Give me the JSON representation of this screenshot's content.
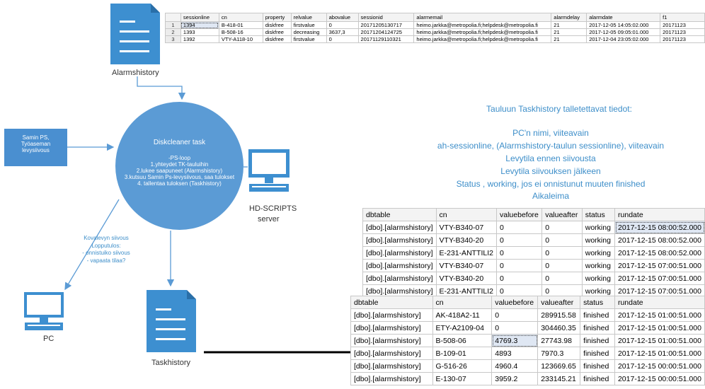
{
  "alarmshistory_label": "Alarmshistory",
  "taskhistory_label": "Taskhistory",
  "pc_label": "PC",
  "server_label_line1": "HD-SCRIPTS",
  "server_label_line2": "server",
  "samin_box": [
    "Samin PS,",
    "Työaseman",
    "levysiivous"
  ],
  "task": {
    "title": "Diskcleaner task",
    "lines": [
      "-PS-loop",
      "1.yhteydet TK-tauluihin",
      "2.lukee saapuneet (Alarmshistory)",
      "3.kutsuu Samin Ps-levysiivous, saa tulokset",
      "4. tallentaa tuloksen (Taskhistory)"
    ]
  },
  "kovalevy": [
    "Kovalevyn siivous",
    "Lopputulos:",
    "- onnistuiko siivous",
    "- vapaata tilaa?"
  ],
  "info": {
    "heading": "Tauluun Taskhistory talletettavat tiedot:",
    "lines": [
      "PC'n nimi, viiteavain",
      "ah-sessionline, (Alarmshistory-taulun sessionline), viiteavain",
      "Levytila ennen siivousta",
      "Levytila siivouksen jälkeen",
      "Status , working, jos ei onnistunut muuten finished",
      "Aikaleima"
    ]
  },
  "table_alarms": {
    "headers": [
      "",
      "sessionline",
      "cn",
      "property",
      "relvalue",
      "abovalue",
      "sessionid",
      "alarmemail",
      "alarmdelay",
      "alarmdate",
      "f1"
    ],
    "rows": [
      [
        "1",
        "1394",
        "B-418-01",
        "diskfree",
        "firstvalue",
        "0",
        "20171205130717",
        "heimo.jarkka@metropolia.fi;helpdesk@metropolia.fi",
        "21",
        "2017-12-05 14:05:02.000",
        "20171123"
      ],
      [
        "2",
        "1393",
        "B-508-16",
        "diskfree",
        "decreasing",
        "3637,3",
        "20171204124725",
        "heimo.jarkka@metropolia.fi;helpdesk@metropolia.fi",
        "21",
        "2017-12-05 09:05:01.000",
        "20171123"
      ],
      [
        "3",
        "1392",
        "VTY-A118-10",
        "diskfree",
        "firstvalue",
        "0",
        "20171129110321",
        "heimo.jarkka@metropolia.fi;helpdesk@metropolia.fi",
        "21",
        "2017-12-04 23:05:02.000",
        "20171123"
      ]
    ]
  },
  "table_working": {
    "headers": [
      "dbtable",
      "cn",
      "valuebefore",
      "valueafter",
      "status",
      "rundate"
    ],
    "rows": [
      [
        "[dbo].[alarmshistory]",
        "VTY-B340-07",
        "0",
        "0",
        "working",
        "2017-12-15 08:00:52.000"
      ],
      [
        "[dbo].[alarmshistory]",
        "VTY-B340-20",
        "0",
        "0",
        "working",
        "2017-12-15 08:00:52.000"
      ],
      [
        "[dbo].[alarmshistory]",
        "E-231-ANTTILI2",
        "0",
        "0",
        "working",
        "2017-12-15 08:00:52.000"
      ],
      [
        "[dbo].[alarmshistory]",
        "VTY-B340-07",
        "0",
        "0",
        "working",
        "2017-12-15 07:00:51.000"
      ],
      [
        "[dbo].[alarmshistory]",
        "VTY-B340-20",
        "0",
        "0",
        "working",
        "2017-12-15 07:00:51.000"
      ],
      [
        "[dbo].[alarmshistory]",
        "E-231-ANTTILI2",
        "0",
        "0",
        "working",
        "2017-12-15 07:00:51.000"
      ]
    ]
  },
  "table_finished": {
    "headers": [
      "dbtable",
      "cn",
      "valuebefore",
      "valueafter",
      "status",
      "rundate"
    ],
    "rows": [
      [
        "[dbo].[alarmshistory]",
        "AK-418A2-11",
        "0",
        "289915.58",
        "finished",
        "2017-12-15 01:00:51.000"
      ],
      [
        "[dbo].[alarmshistory]",
        "ETY-A2109-04",
        "0",
        "304460.35",
        "finished",
        "2017-12-15 01:00:51.000"
      ],
      [
        "[dbo].[alarmshistory]",
        "B-508-06",
        "4769.3",
        "27743.98",
        "finished",
        "2017-12-15 01:00:51.000"
      ],
      [
        "[dbo].[alarmshistory]",
        "B-109-01",
        "4893",
        "7970.3",
        "finished",
        "2017-12-15 01:00:51.000"
      ],
      [
        "[dbo].[alarmshistory]",
        "G-516-26",
        "4960.4",
        "123669.65",
        "finished",
        "2017-12-15 00:00:51.000"
      ],
      [
        "[dbo].[alarmshistory]",
        "E-130-07",
        "3959.2",
        "233145.21",
        "finished",
        "2017-12-15 00:00:51.000"
      ]
    ]
  }
}
